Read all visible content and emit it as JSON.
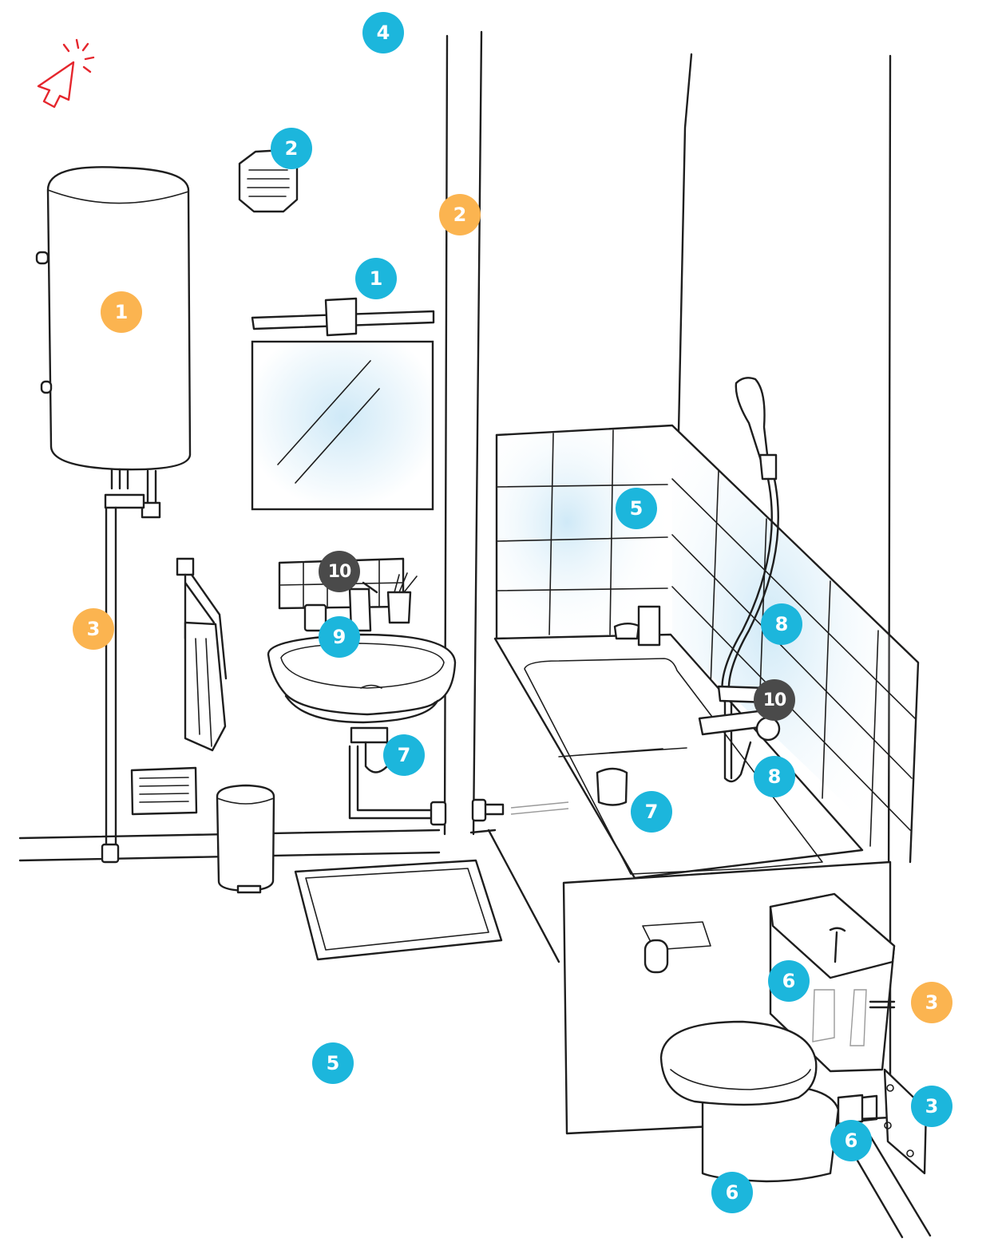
{
  "colors": {
    "blue": "#1cb6dc",
    "orange": "#fbb450",
    "dark": "#4a4a4a",
    "cursor": "#e5262d",
    "glass_tint": "#cfe9f7",
    "line": "#1e1e1e"
  },
  "cursor_icon": "click-cursor-icon",
  "markers": [
    {
      "id": "orange-1-water-heater",
      "label": "1",
      "color": "orange"
    },
    {
      "id": "orange-2-riser-pipe",
      "label": "2",
      "color": "orange"
    },
    {
      "id": "orange-3-wall-pipe",
      "label": "3",
      "color": "orange"
    },
    {
      "id": "orange-3-cistern-valve",
      "label": "3",
      "color": "orange"
    },
    {
      "id": "blue-1-mirror-light",
      "label": "1",
      "color": "blue"
    },
    {
      "id": "blue-2-vent",
      "label": "2",
      "color": "blue"
    },
    {
      "id": "blue-3-access-panel",
      "label": "3",
      "color": "blue"
    },
    {
      "id": "blue-4-ceiling",
      "label": "4",
      "color": "blue"
    },
    {
      "id": "blue-5-tiles",
      "label": "5",
      "color": "blue"
    },
    {
      "id": "blue-5-floor",
      "label": "5",
      "color": "blue"
    },
    {
      "id": "blue-6-cistern",
      "label": "6",
      "color": "blue"
    },
    {
      "id": "blue-6-toilet-outlet",
      "label": "6",
      "color": "blue"
    },
    {
      "id": "blue-6-toilet-bowl",
      "label": "6",
      "color": "blue"
    },
    {
      "id": "blue-7-sink-trap",
      "label": "7",
      "color": "blue"
    },
    {
      "id": "blue-7-bath-drain",
      "label": "7",
      "color": "blue"
    },
    {
      "id": "blue-8-shower-hose",
      "label": "8",
      "color": "blue"
    },
    {
      "id": "blue-8-hose-lower",
      "label": "8",
      "color": "blue"
    },
    {
      "id": "blue-9-sink",
      "label": "9",
      "color": "blue"
    },
    {
      "id": "dark-10-sink-faucet",
      "label": "10",
      "color": "dark"
    },
    {
      "id": "dark-10-bath-mixer",
      "label": "10",
      "color": "dark"
    }
  ]
}
